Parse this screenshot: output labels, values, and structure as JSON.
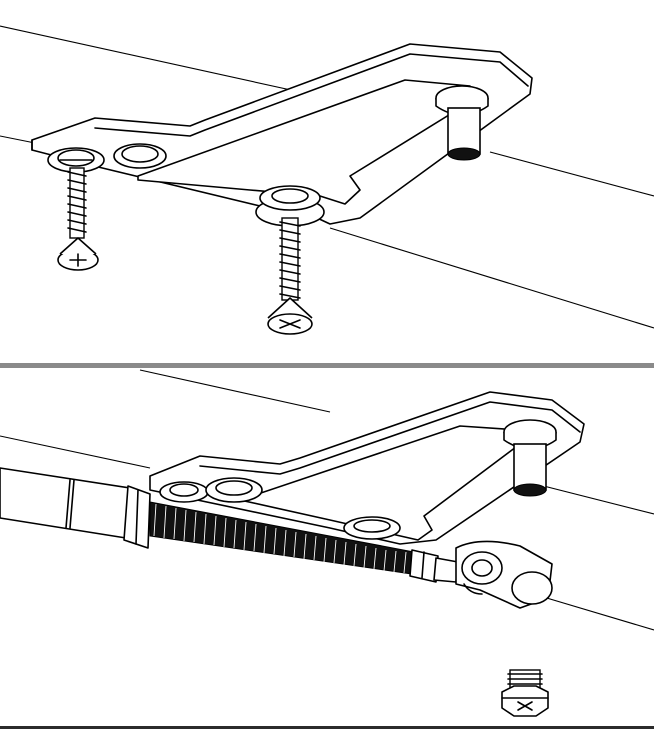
{
  "figure": {
    "panels": [
      {
        "id": "mounting-plate-with-screws",
        "parts": [
          "mounting-plate",
          "plate-mounting-screw",
          "plate-mounting-screw",
          "threaded-standoff"
        ]
      },
      {
        "id": "plate-with-turnbuckle-rod",
        "parts": [
          "mounting-plate",
          "threaded-standoff",
          "turnbuckle-rod",
          "rod-end-clevis",
          "hex-bolt"
        ]
      }
    ],
    "colors": {
      "line": "#000000",
      "divider": "#8a8a8a",
      "divider_dark": "#2b2b2b",
      "background": "#ffffff"
    }
  }
}
